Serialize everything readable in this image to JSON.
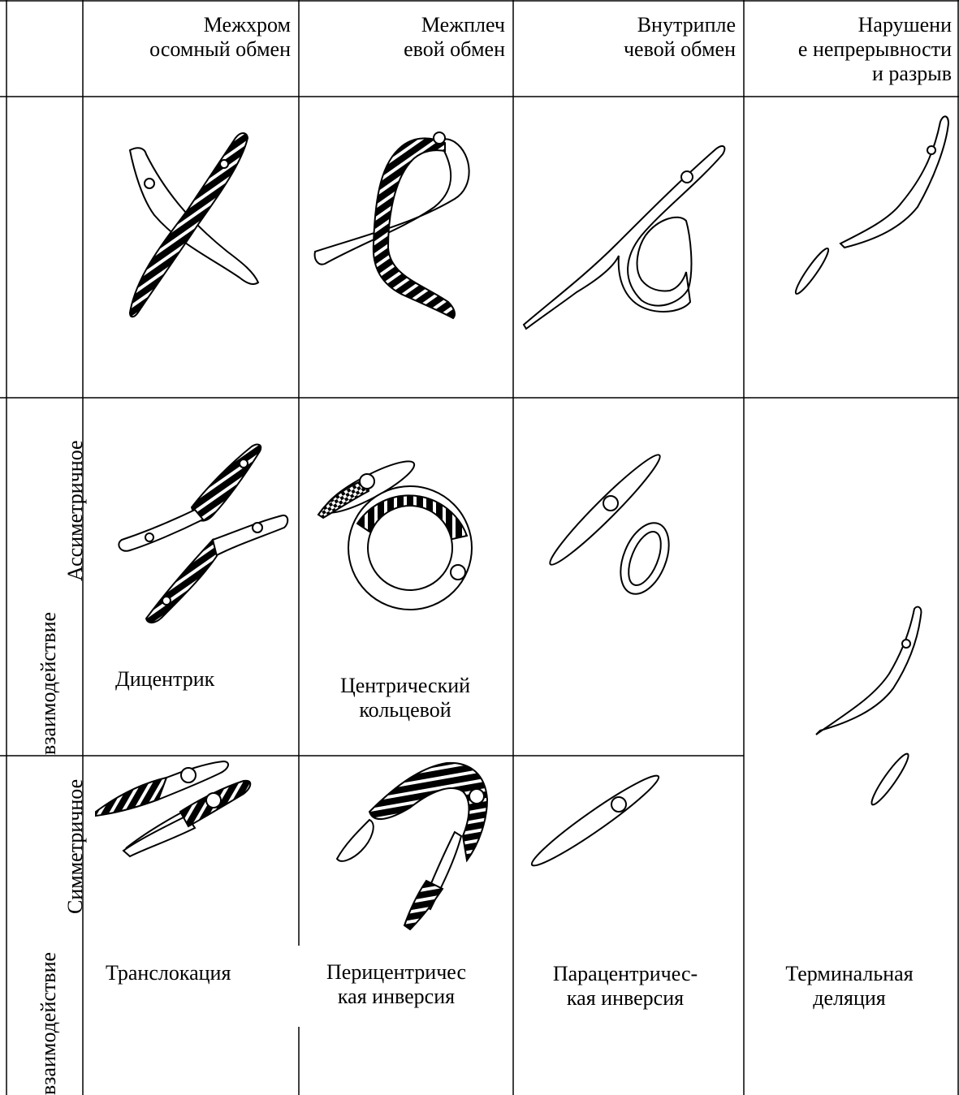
{
  "columns": {
    "interchromosomal": "Межхром\nосомный обмен",
    "interarm": "Межплеч\nевой обмен",
    "intraarm": "Внутрипле\nчевой обмен",
    "break": "Нарушени\nе непрерывности\nи разрыв"
  },
  "row_labels": {
    "asymmetric": "Ассиметричное",
    "symmetric": "Симметричное",
    "interaction_1": "взаимодействие",
    "interaction_2": "взаимодействие"
  },
  "labels": {
    "dicentric": "Дицентрик",
    "centric_ring": "Центрический\nкольцевой",
    "translocation": "Транслокация",
    "pericentric": "Перицентричес\nкая инверсия",
    "paracentric": "Парацентричес-\nкая инверсия",
    "terminal": "Терминальная\nделяция"
  },
  "colors": {
    "line": "#000000",
    "background": "#ffffff"
  }
}
